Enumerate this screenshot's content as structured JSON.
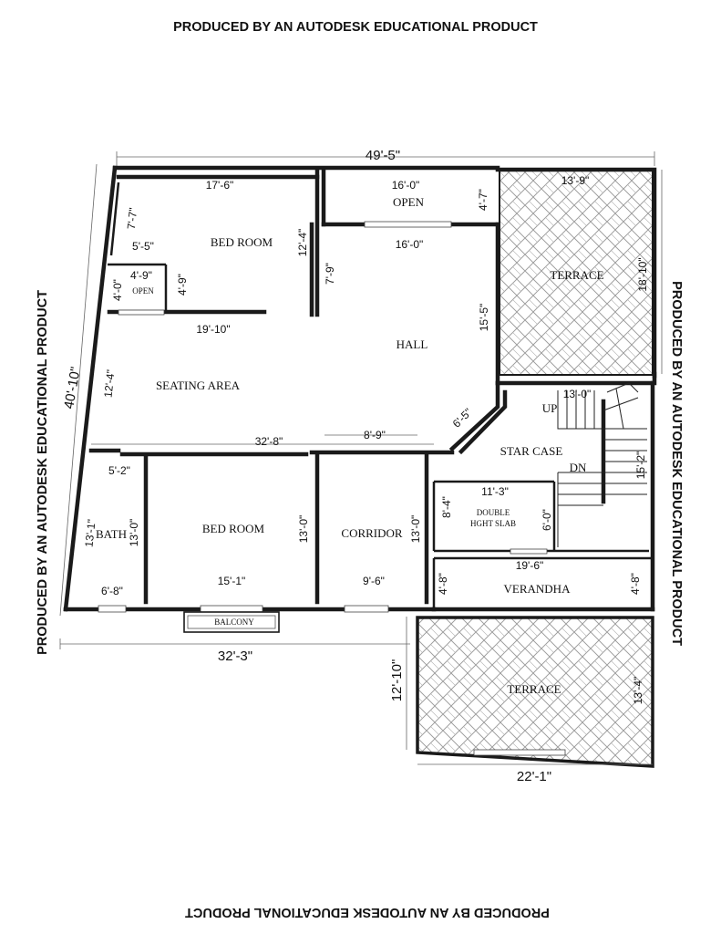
{
  "watermark": {
    "top": "PRODUCED BY AN AUTODESK EDUCATIONAL PRODUCT",
    "left": "PRODUCED BY AN AUTODESK EDUCATIONAL PRODUCT",
    "right": "PRODUCED BY AN AUTODESK EDUCATIONAL PRODUCT",
    "bottom": "PRODUCED BY AN AUTODESK EDUCATIONAL PRODUCT"
  },
  "rooms": {
    "bed_room_top": "BED ROOM",
    "open_top": "OPEN",
    "open_small": "OPEN",
    "terrace_top": "TERRACE",
    "hall": "HALL",
    "seating_area": "SEATING AREA",
    "up": "UP",
    "star_case": "STAR CASE",
    "dn": "DN",
    "double_height_1": "DOUBLE",
    "double_height_2": "HGHT SLAB",
    "bath": "BATH",
    "bed_room_bottom": "BED ROOM",
    "corridor": "CORRIDOR",
    "verandha": "VERANDHA",
    "balcony": "BALCONY",
    "terrace_bottom": "TERRACE"
  },
  "dimensions": {
    "overall_width": "49'-5\"",
    "overall_depth": "40'-10\"",
    "bed_top_width": "17'-6\"",
    "bed_top_side": "7'-7\"",
    "bed_top_depth": "12'-4\"",
    "niche_width": "5'-5\"",
    "open_small_width": "4'-9\"",
    "open_small_depth_a": "4'-0\"",
    "open_small_depth_b": "4'-9\"",
    "open_top_width": "16'-0\"",
    "open_top_depth": "4'-7\"",
    "terrace_top_width": "13'-9\"",
    "terrace_top_depth": "18'-10\"",
    "hall_width": "16'-0\"",
    "hall_side": "7'-9\"",
    "hall_depth": "15'-5\"",
    "seating_width": "19'-10\"",
    "seating_depth": "12'-4\"",
    "chamfer": "6'-5\"",
    "stair_width": "13'-0\"",
    "stair_depth": "15'-2\"",
    "front_width": "32'-8\"",
    "corridor_width_top": "8'-9\"",
    "bath_width": "5'-2\"",
    "bath_depth_a": "13'-1\"",
    "bath_depth_b": "13'-0\"",
    "bath_bottom": "6'-8\"",
    "bed_bottom_width": "15'-1\"",
    "bed_bottom_depth": "13'-0\"",
    "corridor_width": "9'-6\"",
    "corridor_depth": "13'-0\"",
    "slab_width": "11'-3\"",
    "slab_depth_a": "8'-4\"",
    "slab_depth_b": "6'-0\"",
    "verandha_width": "19'-6\"",
    "verandha_depth_a": "4'-8\"",
    "verandha_depth_b": "4'-8\"",
    "bottom_width": "32'-3\"",
    "terrace_bottom_offset": "12'-10\"",
    "terrace_bottom_depth": "13'-4\"",
    "terrace_bottom_width": "22'-1\""
  }
}
